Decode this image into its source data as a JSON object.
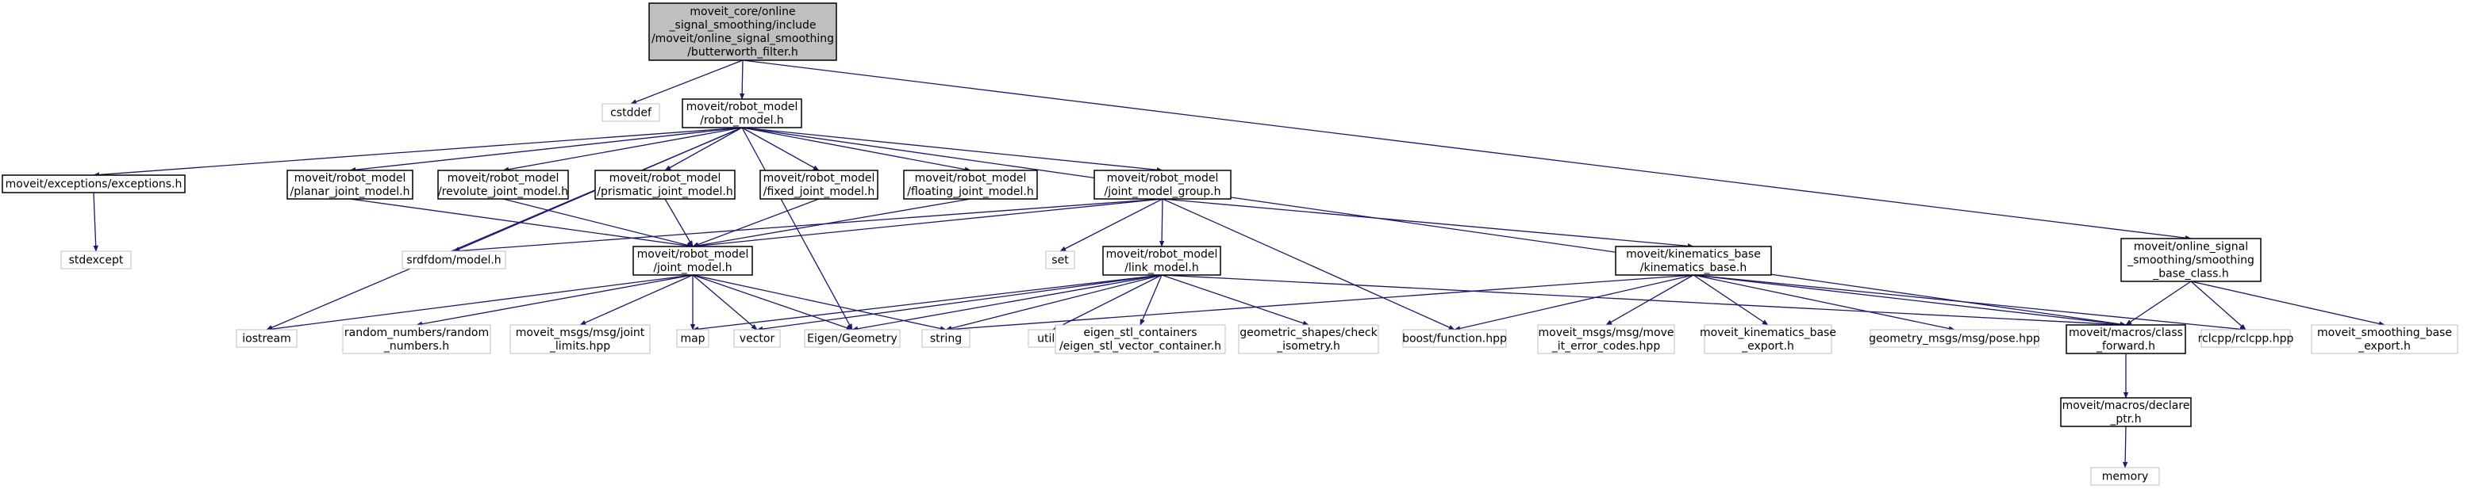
{
  "colors": {
    "edge": "#191970",
    "root_fill": "#bfbfbf",
    "node_border": "#000000",
    "system_border": "#bfbfbf",
    "text": "#000000"
  },
  "nodes": [
    {
      "id": "root",
      "lines": [
        "moveit_core/online",
        "_signal_smoothing/include",
        "/moveit/online_signal_smoothing",
        "/butterworth_filter.h"
      ],
      "kind": "root"
    },
    {
      "id": "cstddef",
      "lines": [
        "cstddef"
      ],
      "kind": "system"
    },
    {
      "id": "robot_model",
      "lines": [
        "moveit/robot_model",
        "/robot_model.h"
      ],
      "kind": "local"
    },
    {
      "id": "smoothing_base",
      "lines": [
        "moveit/online_signal",
        "_smoothing/smoothing",
        "_base_class.h"
      ],
      "kind": "local"
    },
    {
      "id": "exceptions",
      "lines": [
        "moveit/exceptions/exceptions.h"
      ],
      "kind": "local"
    },
    {
      "id": "planar",
      "lines": [
        "moveit/robot_model",
        "/planar_joint_model.h"
      ],
      "kind": "local"
    },
    {
      "id": "revolute",
      "lines": [
        "moveit/robot_model",
        "/revolute_joint_model.h"
      ],
      "kind": "local"
    },
    {
      "id": "prismatic",
      "lines": [
        "moveit/robot_model",
        "/prismatic_joint_model.h"
      ],
      "kind": "local"
    },
    {
      "id": "fixed",
      "lines": [
        "moveit/robot_model",
        "/fixed_joint_model.h"
      ],
      "kind": "local"
    },
    {
      "id": "floating",
      "lines": [
        "moveit/robot_model",
        "/floating_joint_model.h"
      ],
      "kind": "local"
    },
    {
      "id": "jmg",
      "lines": [
        "moveit/robot_model",
        "/joint_model_group.h"
      ],
      "kind": "local"
    },
    {
      "id": "stdexcept",
      "lines": [
        "stdexcept"
      ],
      "kind": "system"
    },
    {
      "id": "srdf",
      "lines": [
        "srdfdom/model.h"
      ],
      "kind": "system"
    },
    {
      "id": "joint_model",
      "lines": [
        "moveit/robot_model",
        "/joint_model.h"
      ],
      "kind": "local"
    },
    {
      "id": "set",
      "lines": [
        "set"
      ],
      "kind": "system"
    },
    {
      "id": "link_model",
      "lines": [
        "moveit/robot_model",
        "/link_model.h"
      ],
      "kind": "local"
    },
    {
      "id": "kinematics",
      "lines": [
        "moveit/kinematics_base",
        "/kinematics_base.h"
      ],
      "kind": "local"
    },
    {
      "id": "iostream",
      "lines": [
        "iostream"
      ],
      "kind": "system"
    },
    {
      "id": "random",
      "lines": [
        "random_numbers/random",
        "_numbers.h"
      ],
      "kind": "system"
    },
    {
      "id": "joint_limits",
      "lines": [
        "moveit_msgs/msg/joint",
        "_limits.hpp"
      ],
      "kind": "system"
    },
    {
      "id": "map",
      "lines": [
        "map"
      ],
      "kind": "system"
    },
    {
      "id": "vector",
      "lines": [
        "vector"
      ],
      "kind": "system"
    },
    {
      "id": "eigen",
      "lines": [
        "Eigen/Geometry"
      ],
      "kind": "system"
    },
    {
      "id": "string",
      "lines": [
        "string"
      ],
      "kind": "system"
    },
    {
      "id": "utility",
      "lines": [
        "utility"
      ],
      "kind": "system"
    },
    {
      "id": "eigen_stl",
      "lines": [
        "eigen_stl_containers",
        "/eigen_stl_vector_container.h"
      ],
      "kind": "system"
    },
    {
      "id": "isometry",
      "lines": [
        "geometric_shapes/check",
        "_isometry.h"
      ],
      "kind": "system"
    },
    {
      "id": "boost_function",
      "lines": [
        "boost/function.hpp"
      ],
      "kind": "system"
    },
    {
      "id": "error_codes",
      "lines": [
        "moveit_msgs/msg/move",
        "_it_error_codes.hpp"
      ],
      "kind": "system"
    },
    {
      "id": "kin_export",
      "lines": [
        "moveit_kinematics_base",
        "_export.h"
      ],
      "kind": "system"
    },
    {
      "id": "pose",
      "lines": [
        "geometry_msgs/msg/pose.hpp"
      ],
      "kind": "system"
    },
    {
      "id": "class_forward",
      "lines": [
        "moveit/macros/class",
        "_forward.h"
      ],
      "kind": "local"
    },
    {
      "id": "rclcpp",
      "lines": [
        "rclcpp/rclcpp.hpp"
      ],
      "kind": "system"
    },
    {
      "id": "smooth_export",
      "lines": [
        "moveit_smoothing_base",
        "_export.h"
      ],
      "kind": "system"
    },
    {
      "id": "declare_ptr",
      "lines": [
        "moveit/macros/declare",
        "_ptr.h"
      ],
      "kind": "local"
    },
    {
      "id": "memory",
      "lines": [
        "memory"
      ],
      "kind": "system"
    }
  ],
  "edges": [
    [
      "root",
      "cstddef"
    ],
    [
      "root",
      "robot_model"
    ],
    [
      "root",
      "smoothing_base"
    ],
    [
      "robot_model",
      "exceptions"
    ],
    [
      "robot_model",
      "planar"
    ],
    [
      "robot_model",
      "revolute"
    ],
    [
      "robot_model",
      "prismatic"
    ],
    [
      "robot_model",
      "fixed"
    ],
    [
      "robot_model",
      "floating"
    ],
    [
      "robot_model",
      "jmg"
    ],
    [
      "robot_model",
      "srdf"
    ],
    [
      "robot_model",
      "iostream"
    ],
    [
      "robot_model",
      "eigen"
    ],
    [
      "robot_model",
      "class_forward"
    ],
    [
      "exceptions",
      "stdexcept"
    ],
    [
      "planar",
      "joint_model"
    ],
    [
      "revolute",
      "joint_model"
    ],
    [
      "prismatic",
      "joint_model"
    ],
    [
      "fixed",
      "joint_model"
    ],
    [
      "floating",
      "joint_model"
    ],
    [
      "jmg",
      "joint_model"
    ],
    [
      "jmg",
      "srdf"
    ],
    [
      "jmg",
      "set"
    ],
    [
      "jmg",
      "link_model"
    ],
    [
      "jmg",
      "kinematics"
    ],
    [
      "jmg",
      "boost_function"
    ],
    [
      "joint_model",
      "iostream"
    ],
    [
      "joint_model",
      "random"
    ],
    [
      "joint_model",
      "joint_limits"
    ],
    [
      "joint_model",
      "map"
    ],
    [
      "joint_model",
      "vector"
    ],
    [
      "joint_model",
      "eigen"
    ],
    [
      "joint_model",
      "string"
    ],
    [
      "link_model",
      "map"
    ],
    [
      "link_model",
      "vector"
    ],
    [
      "link_model",
      "eigen"
    ],
    [
      "link_model",
      "string"
    ],
    [
      "link_model",
      "utility"
    ],
    [
      "link_model",
      "eigen_stl"
    ],
    [
      "link_model",
      "isometry"
    ],
    [
      "link_model",
      "class_forward"
    ],
    [
      "kinematics",
      "boost_function"
    ],
    [
      "kinematics",
      "error_codes"
    ],
    [
      "kinematics",
      "kin_export"
    ],
    [
      "kinematics",
      "pose"
    ],
    [
      "kinematics",
      "class_forward"
    ],
    [
      "kinematics",
      "rclcpp"
    ],
    [
      "kinematics",
      "string"
    ],
    [
      "smoothing_base",
      "class_forward"
    ],
    [
      "smoothing_base",
      "rclcpp"
    ],
    [
      "smoothing_base",
      "smooth_export"
    ],
    [
      "class_forward",
      "declare_ptr"
    ],
    [
      "declare_ptr",
      "memory"
    ]
  ]
}
